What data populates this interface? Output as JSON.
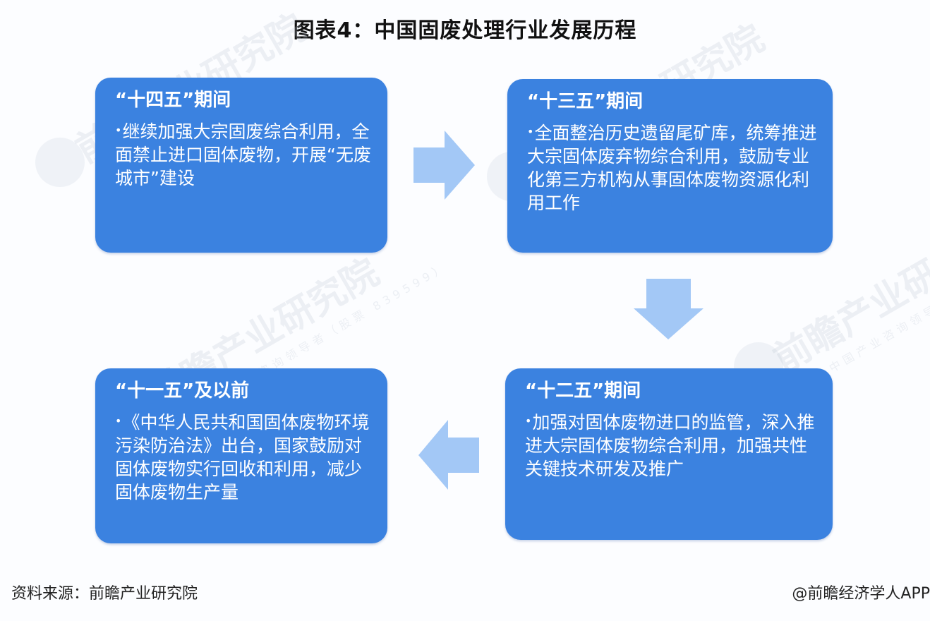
{
  "title": "图表4：中国固废处理行业发展历程",
  "watermark": {
    "main": "前瞻产业研究院",
    "sub": "中国产业咨询领导者（股票 839599）"
  },
  "stages": [
    {
      "id": "14th-fyp",
      "title": "“十四五”期间",
      "bullet": "•",
      "description": "继续加强大宗固废综合利用，全面禁止进口固体废物，开展“无废城市”建设"
    },
    {
      "id": "13th-fyp",
      "title": "“十三五”期间",
      "bullet": "•",
      "description": "全面整治历史遗留尾矿库，统筹推进大宗固体废弃物综合利用，鼓励专业化第三方机构从事固体废物资源化利用工作"
    },
    {
      "id": "12th-fyp",
      "title": "“十二五”期间",
      "bullet": "•",
      "description": "加强对固体废物进口的监管，深入推进大宗固体废物综合利用，加强共性关键技术研发及推广"
    },
    {
      "id": "11th-fyp",
      "title": "“十一五”及以前",
      "bullet": "•",
      "description": "《中华人民共和国固体废物环境污染防治法》出台，国家鼓励对固体废物实行回收和利用，减少固体废物生产量"
    }
  ],
  "arrows": [
    {
      "from": "“十四五”期间",
      "to": "“十三五”期间",
      "direction": "right"
    },
    {
      "from": "“十三五”期间",
      "to": "“十二五”期间",
      "direction": "down"
    },
    {
      "from": "“十二五”期间",
      "to": "“十一五”及以前",
      "direction": "left"
    }
  ],
  "colors": {
    "box_fill": "#3b82e0",
    "box_text": "#ffffff",
    "arrow_fill": "#a3c8f6",
    "background": "#fcfdff"
  },
  "footer": {
    "source": "资料来源：前瞻产业研究院",
    "credit": "@前瞻经济学人APP"
  }
}
